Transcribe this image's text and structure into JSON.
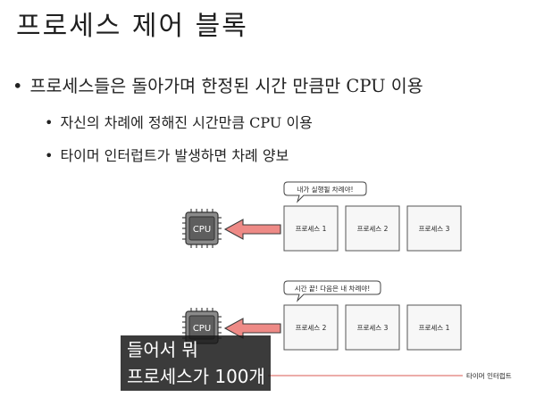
{
  "slide": {
    "title": "프로세스 제어 블록",
    "bullets": [
      "프로세스들은 돌아가며 한정된 시간 만큼만 CPU 이용",
      "자신의 차례에 정해진 시간만큼 CPU 이용",
      "타이머 인터럽트가 발생하면 차례 양보"
    ]
  },
  "diagram": {
    "top": {
      "cpu_label": "CPU",
      "speech": "내가 실행될 차례야!",
      "processes": [
        "프로세스 1",
        "프로세스 2",
        "프로세스 3"
      ]
    },
    "bottom": {
      "cpu_label": "CPU",
      "speech": "시간 끝! 다음은 내 차례야!",
      "processes": [
        "프로세스 2",
        "프로세스 3",
        "프로세스 1"
      ]
    },
    "timer_label": "타이머 인터럽트"
  },
  "caption": {
    "line1": "들어서 뭐",
    "line2": "프로세스가 100개"
  },
  "colors": {
    "arrow": "#ee8a86",
    "arrow_stroke": "#3a3a3a",
    "cpu_body": "#6a6a6a",
    "timer_line": "#e07a76"
  }
}
